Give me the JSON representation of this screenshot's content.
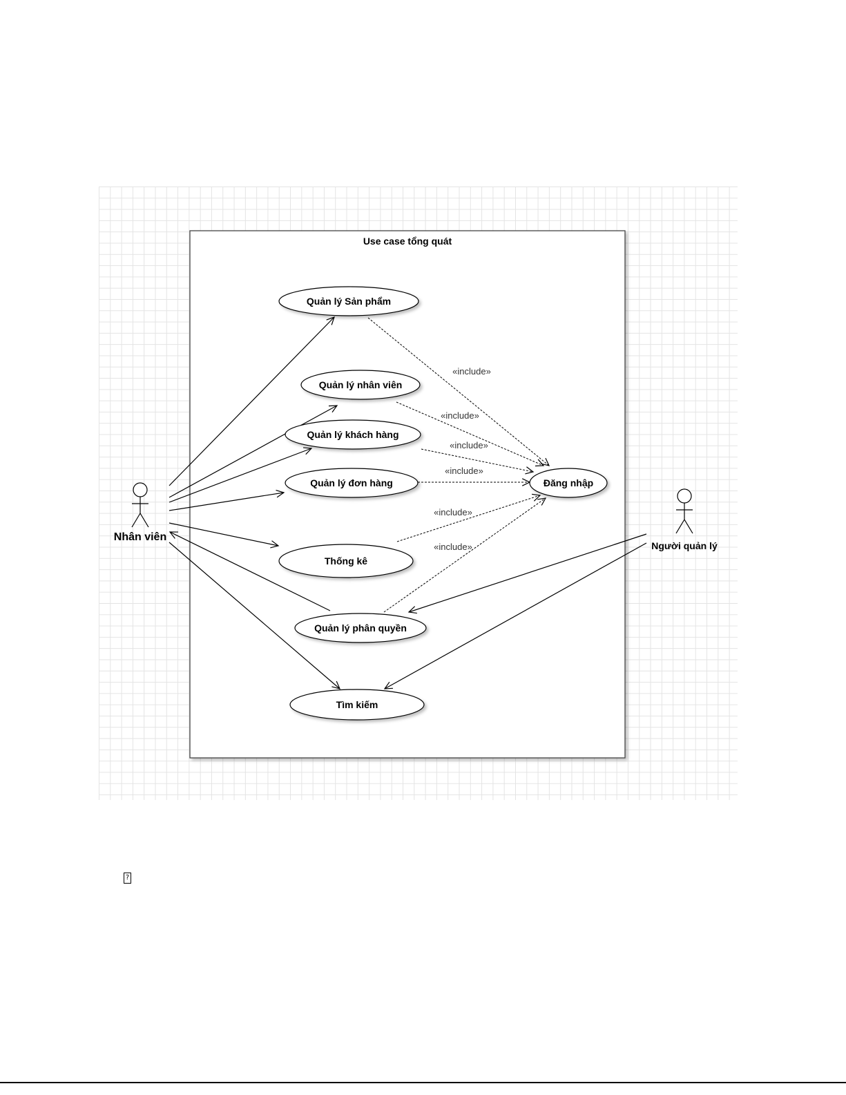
{
  "diagram": {
    "title": "Use case tổng quát",
    "actors": [
      {
        "id": "nhanvien",
        "label": "Nhân viên"
      },
      {
        "id": "quanly",
        "label": "Người quản lý"
      }
    ],
    "use_cases": [
      {
        "id": "sanpham",
        "label": "Quản lý  Sản phẩm"
      },
      {
        "id": "nhanvienuc",
        "label": "Quản lý nhân viên"
      },
      {
        "id": "khachhang",
        "label": "Quản lý khách hàng"
      },
      {
        "id": "donhang",
        "label": "Quản lý đơn hàng"
      },
      {
        "id": "thongke",
        "label": "Thống kê"
      },
      {
        "id": "phanquyen",
        "label": "Quản lý phân quyền"
      },
      {
        "id": "timkiem",
        "label": "Tìm kiếm"
      },
      {
        "id": "dangnhap",
        "label": "Đăng nhập"
      }
    ],
    "associations": [
      {
        "from": "nhanvien",
        "to": "sanpham"
      },
      {
        "from": "nhanvien",
        "to": "nhanvienuc"
      },
      {
        "from": "nhanvien",
        "to": "khachhang"
      },
      {
        "from": "nhanvien",
        "to": "donhang"
      },
      {
        "from": "nhanvien",
        "to": "thongke"
      },
      {
        "from": "phanquyen",
        "to": "nhanvien"
      },
      {
        "from": "nhanvien",
        "to": "timkiem"
      },
      {
        "from": "quanly",
        "to": "phanquyen"
      },
      {
        "from": "quanly",
        "to": "timkiem"
      }
    ],
    "includes": [
      {
        "from": "sanpham",
        "to": "dangnhap",
        "label": "«include»"
      },
      {
        "from": "nhanvienuc",
        "to": "dangnhap",
        "label": "«include»"
      },
      {
        "from": "khachhang",
        "to": "dangnhap",
        "label": "«include»"
      },
      {
        "from": "donhang",
        "to": "dangnhap",
        "label": "«include»"
      },
      {
        "from": "thongke",
        "to": "dangnhap",
        "label": "«include»"
      },
      {
        "from": "phanquyen",
        "to": "dangnhap",
        "label": "«include»"
      }
    ]
  },
  "footer": {
    "missing_glyph": "?"
  }
}
